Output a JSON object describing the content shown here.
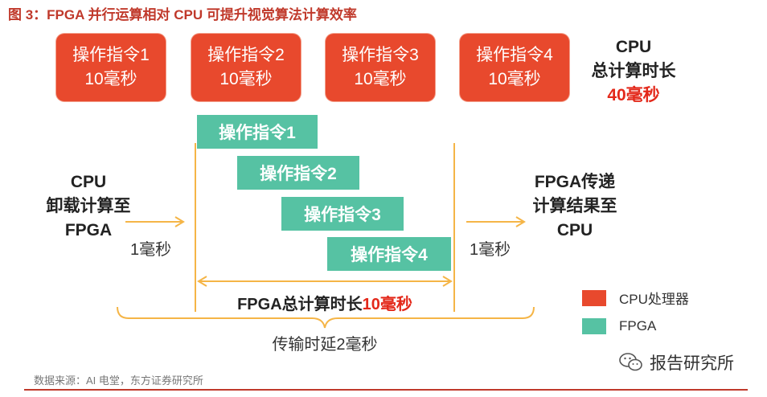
{
  "title": "图 3：FPGA 并行运算相对 CPU 可提升视觉算法计算效率",
  "cpu_instructions": [
    {
      "label": "操作指令1",
      "time": "10毫秒"
    },
    {
      "label": "操作指令2",
      "time": "10毫秒"
    },
    {
      "label": "操作指令3",
      "time": "10毫秒"
    },
    {
      "label": "操作指令4",
      "time": "10毫秒"
    }
  ],
  "cpu_total": {
    "line1": "CPU",
    "line2": "总计算时长",
    "value": "40毫秒"
  },
  "fpga_instructions": [
    "操作指令1",
    "操作指令2",
    "操作指令3",
    "操作指令4"
  ],
  "left_side": {
    "line1": "CPU",
    "line2": "卸载计算至",
    "line3": "FPGA",
    "time": "1毫秒"
  },
  "right_side": {
    "line1": "FPGA传递",
    "line2": "计算结果至",
    "line3": "CPU",
    "time": "1毫秒"
  },
  "fpga_total": {
    "label": "FPGA总计算时长",
    "value": "10毫秒"
  },
  "latency": "传输时延2毫秒",
  "legend": [
    {
      "label": "CPU处理器",
      "color": "#e8492d"
    },
    {
      "label": "FPGA",
      "color": "#56c2a3"
    }
  ],
  "source": "数据来源：AI 电堂，东方证券研究所",
  "watermark": "报告研究所",
  "colors": {
    "cpu": "#e8492d",
    "fpga": "#56c2a3",
    "arrow": "#f5b547",
    "title": "#c0392b",
    "highlight": "#e3281a"
  }
}
